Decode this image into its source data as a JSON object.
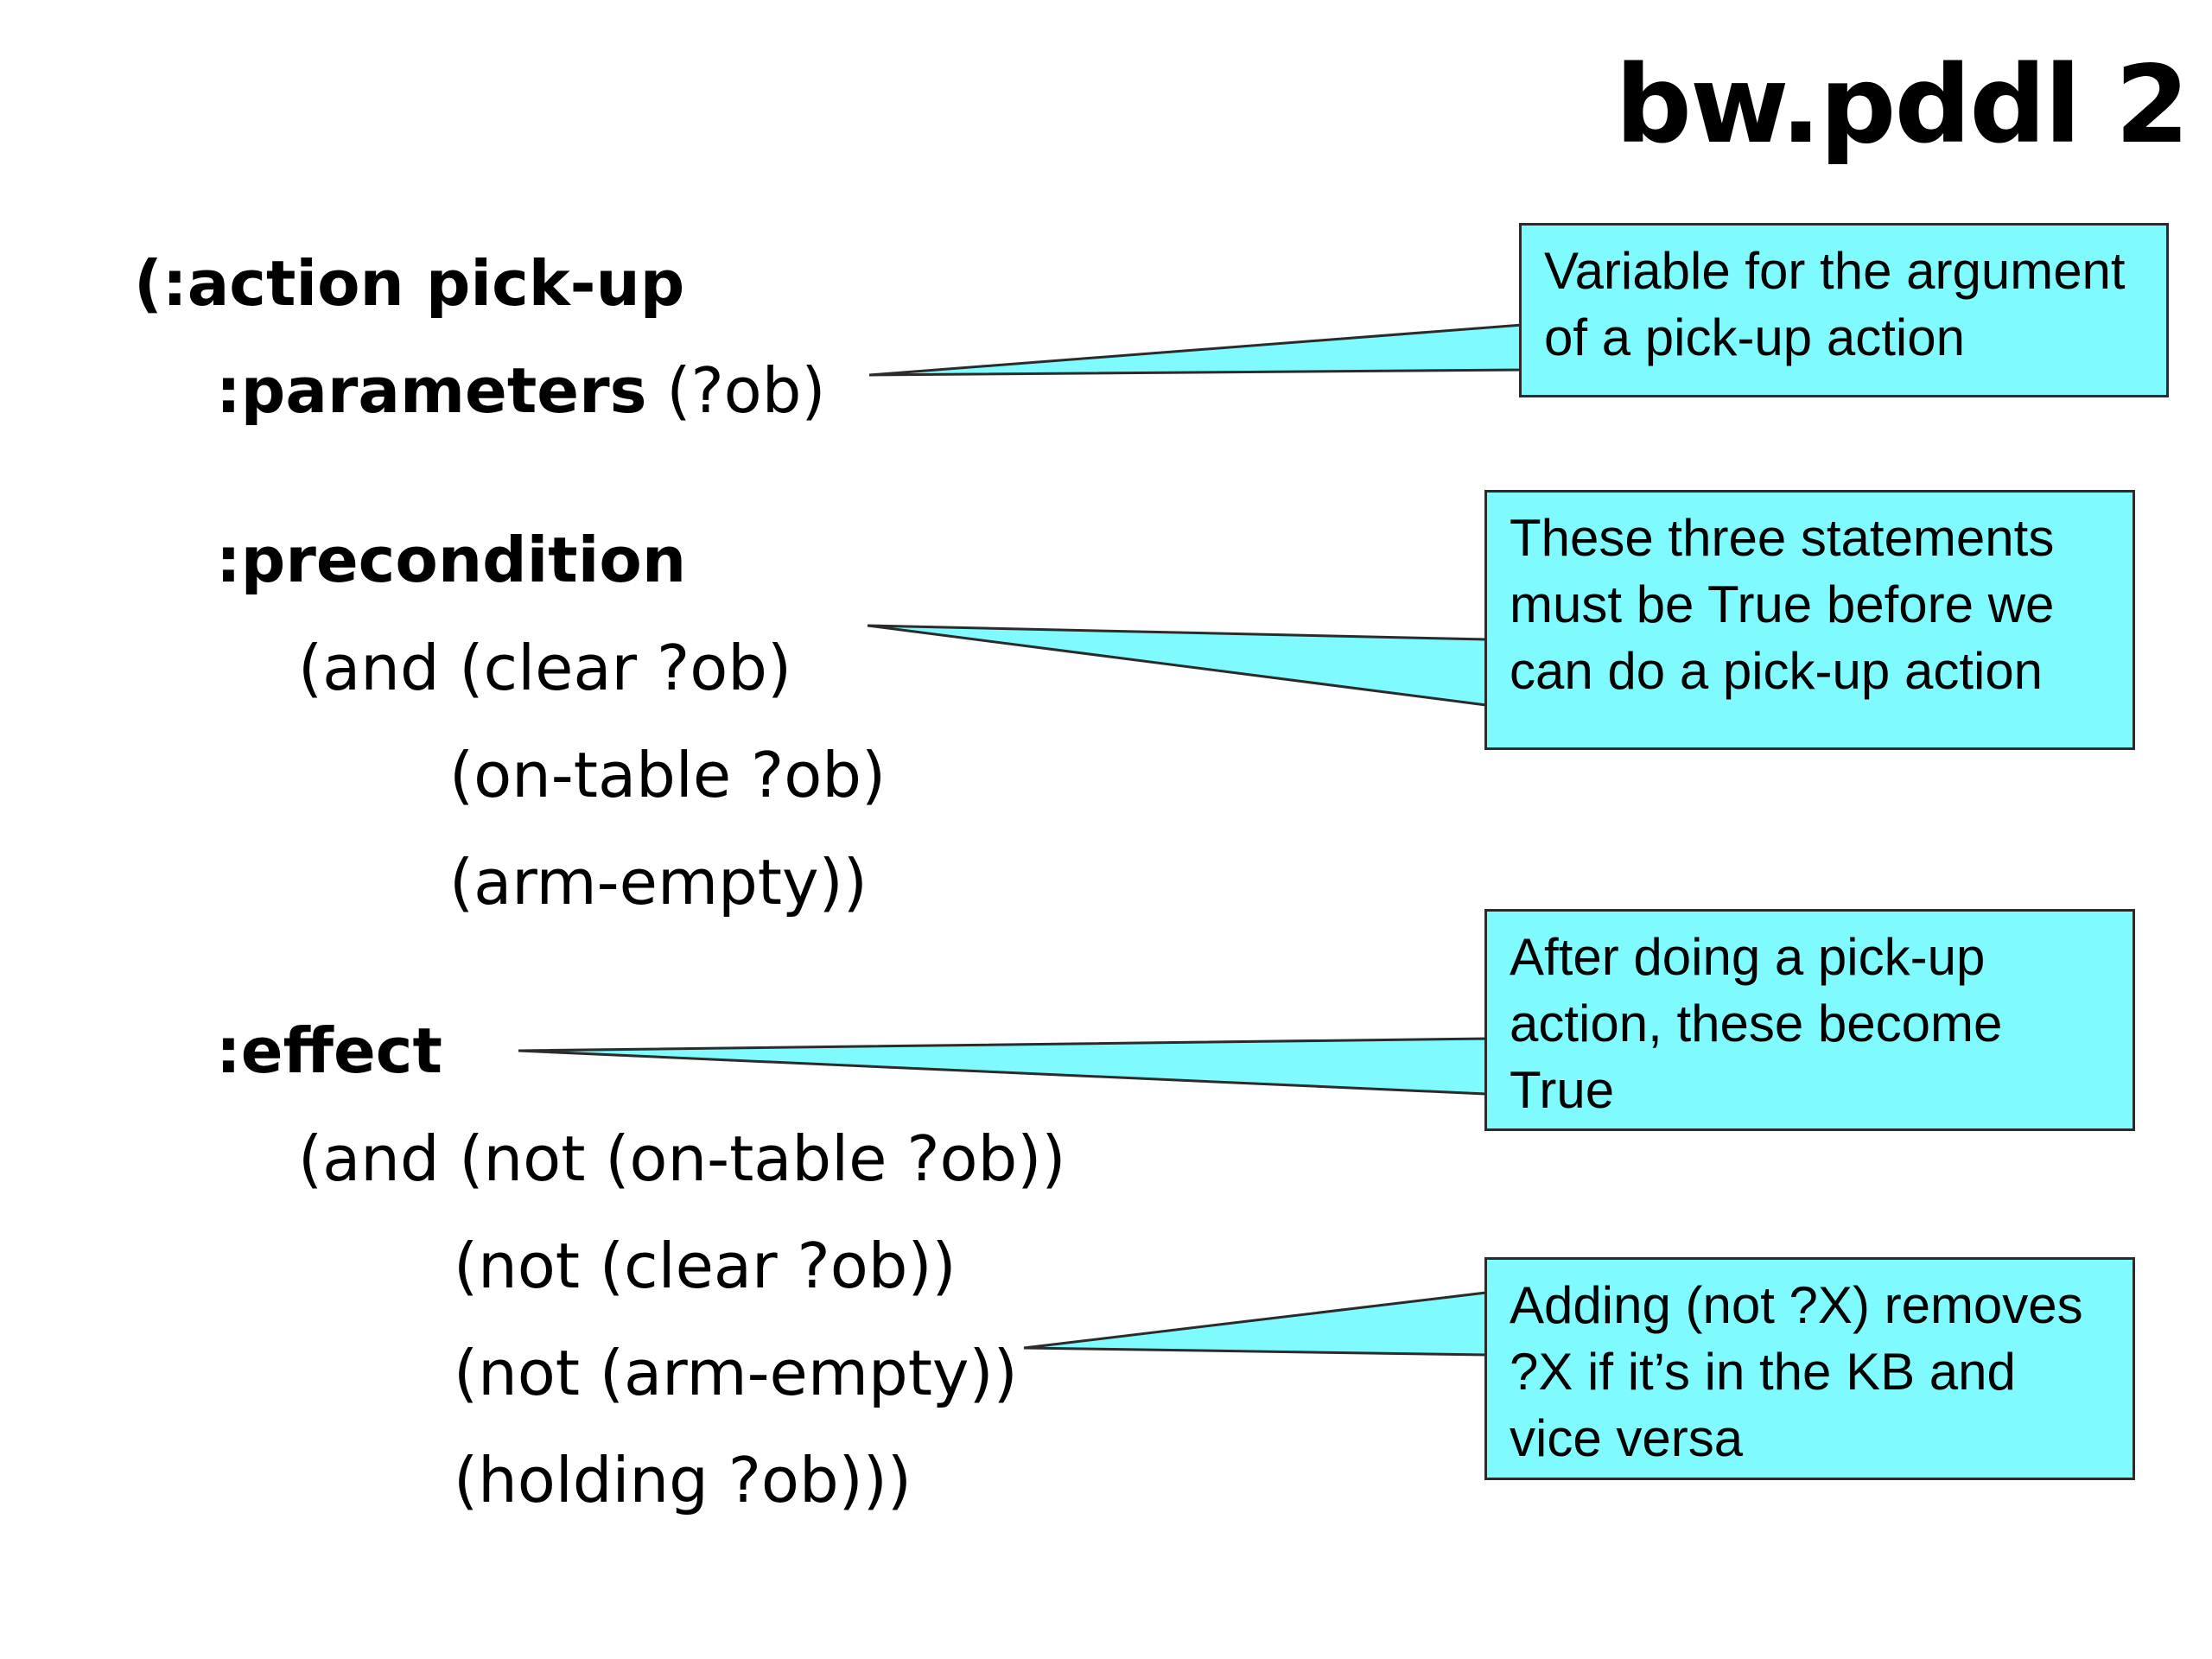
{
  "title": "bw.pddl 2",
  "code": {
    "action_open": "(:action pick-up",
    "parameters_kw": ":parameters",
    "parameters_val": " (?ob)",
    "precondition_kw": ":precondition",
    "pre_line1": "(and (clear ?ob)",
    "pre_line2": "(on-table ?ob)",
    "pre_line3": "(arm-empty))",
    "effect_kw": ":effect",
    "eff_line1": "(and (not (on-table ?ob))",
    "eff_line2": "(not (clear ?ob))",
    "eff_line3": "(not (arm-empty))",
    "eff_line4": "(holding ?ob)))"
  },
  "callouts": {
    "parameters_note": "Variable for the argument\nof a pick-up action",
    "precondition_note": "These three statements\nmust be True before we\ncan do a pick-up action",
    "effect_note": "After doing a pick-up\naction, these become\nTrue",
    "not_note": "Adding (not ?X) removes\n?X if it’s in the KB and\nvice versa"
  },
  "colors": {
    "callout_fill": "#7ffbff",
    "callout_border": "#2b2b2b"
  }
}
